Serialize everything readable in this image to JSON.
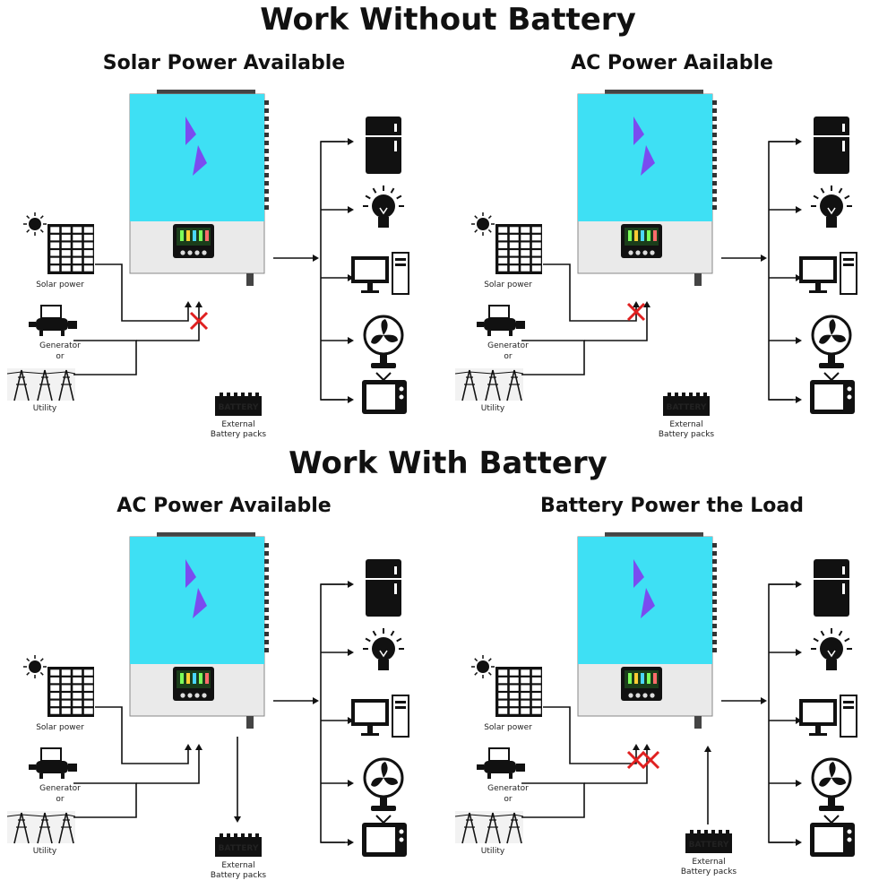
{
  "sections": {
    "without": "Work Without Battery",
    "with": "Work With Battery"
  },
  "panels": [
    {
      "title": "Solar Power Available",
      "mode": "solar"
    },
    {
      "title": "AC Power Aailable",
      "mode": "ac_nobatt"
    },
    {
      "title": "AC Power Available",
      "mode": "ac_batt"
    },
    {
      "title": "Battery Power the Load",
      "mode": "battery"
    }
  ],
  "labels": {
    "solar": "Solar power",
    "generator": "Generator",
    "or": "or",
    "utility": "Utility",
    "battery_badge": "BATTERY",
    "external": "External",
    "battery_packs": "Battery packs"
  },
  "loads": [
    "refrigerator-icon",
    "light-bulb-icon",
    "computer-icon",
    "fan-icon",
    "tv-icon"
  ],
  "colors": {
    "panel": "#3ee0f4",
    "bolt": "#7a4cf0",
    "cross": "#e02020"
  }
}
